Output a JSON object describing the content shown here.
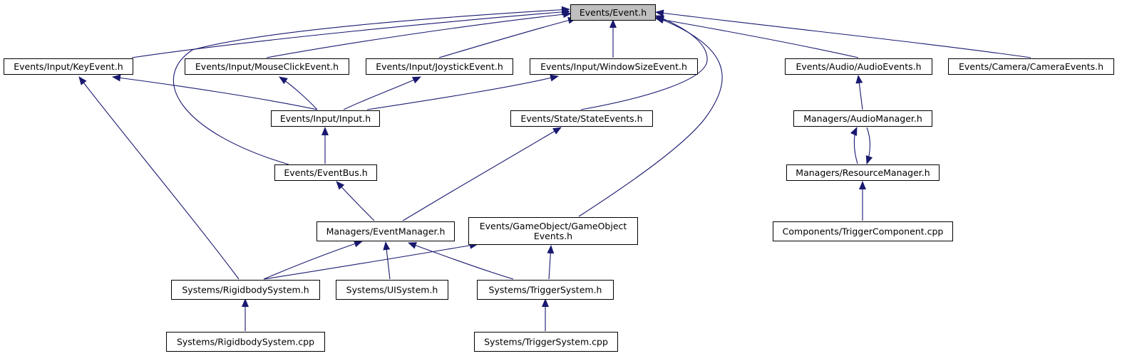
{
  "diagram": {
    "colors": {
      "edge": "#191970",
      "node_fill": "#ffffff",
      "root_fill": "#bfbfbf",
      "border": "#000000"
    },
    "nodes": [
      {
        "id": "event",
        "lines": [
          "Events/Event.h"
        ],
        "root": true
      },
      {
        "id": "keyevent",
        "lines": [
          "Events/Input/KeyEvent.h"
        ]
      },
      {
        "id": "mouseclick",
        "lines": [
          "Events/Input/MouseClickEvent.h"
        ]
      },
      {
        "id": "joystick",
        "lines": [
          "Events/Input/JoystickEvent.h"
        ]
      },
      {
        "id": "windowsize",
        "lines": [
          "Events/Input/WindowSizeEvent.h"
        ]
      },
      {
        "id": "audioevents",
        "lines": [
          "Events/Audio/AudioEvents.h"
        ]
      },
      {
        "id": "cameraevents",
        "lines": [
          "Events/Camera/CameraEvents.h"
        ]
      },
      {
        "id": "input",
        "lines": [
          "Events/Input/Input.h"
        ]
      },
      {
        "id": "stateevents",
        "lines": [
          "Events/State/StateEvents.h"
        ]
      },
      {
        "id": "audiomanager",
        "lines": [
          "Managers/AudioManager.h"
        ]
      },
      {
        "id": "eventbus",
        "lines": [
          "Events/EventBus.h"
        ]
      },
      {
        "id": "resourcemanager",
        "lines": [
          "Managers/ResourceManager.h"
        ]
      },
      {
        "id": "eventmanager",
        "lines": [
          "Managers/EventManager.h"
        ]
      },
      {
        "id": "gameobject",
        "lines": [
          "Events/GameObject/GameObject",
          "Events.h"
        ]
      },
      {
        "id": "triggercomponent",
        "lines": [
          "Components/TriggerComponent.cpp"
        ]
      },
      {
        "id": "rigidbody",
        "lines": [
          "Systems/RigidbodySystem.h"
        ]
      },
      {
        "id": "uisystem",
        "lines": [
          "Systems/UISystem.h"
        ]
      },
      {
        "id": "triggersystem",
        "lines": [
          "Systems/TriggerSystem.h"
        ]
      },
      {
        "id": "rigidbodycpp",
        "lines": [
          "Systems/RigidbodySystem.cpp"
        ]
      },
      {
        "id": "triggercpp",
        "lines": [
          "Systems/TriggerSystem.cpp"
        ]
      }
    ],
    "edges": [
      {
        "from": "keyevent",
        "to": "event"
      },
      {
        "from": "mouseclick",
        "to": "event"
      },
      {
        "from": "joystick",
        "to": "event"
      },
      {
        "from": "windowsize",
        "to": "event"
      },
      {
        "from": "audioevents",
        "to": "event"
      },
      {
        "from": "cameraevents",
        "to": "event"
      },
      {
        "from": "eventbus",
        "to": "event"
      },
      {
        "from": "stateevents",
        "to": "event"
      },
      {
        "from": "gameobject",
        "to": "event"
      },
      {
        "from": "input",
        "to": "keyevent"
      },
      {
        "from": "input",
        "to": "mouseclick"
      },
      {
        "from": "input",
        "to": "joystick"
      },
      {
        "from": "input",
        "to": "windowsize"
      },
      {
        "from": "rigidbody",
        "to": "keyevent"
      },
      {
        "from": "eventbus",
        "to": "input"
      },
      {
        "from": "eventmanager",
        "to": "eventbus"
      },
      {
        "from": "eventmanager",
        "to": "stateevents"
      },
      {
        "from": "rigidbody",
        "to": "eventmanager"
      },
      {
        "from": "uisystem",
        "to": "eventmanager"
      },
      {
        "from": "triggersystem",
        "to": "eventmanager"
      },
      {
        "from": "rigidbody",
        "to": "gameobject"
      },
      {
        "from": "triggersystem",
        "to": "gameobject"
      },
      {
        "from": "rigidbodycpp",
        "to": "rigidbody"
      },
      {
        "from": "triggercpp",
        "to": "triggersystem"
      },
      {
        "from": "audiomanager",
        "to": "audioevents"
      },
      {
        "from": "resourcemanager",
        "to": "audiomanager"
      },
      {
        "from": "audiomanager",
        "to": "resourcemanager"
      },
      {
        "from": "triggercomponent",
        "to": "resourcemanager"
      }
    ]
  }
}
